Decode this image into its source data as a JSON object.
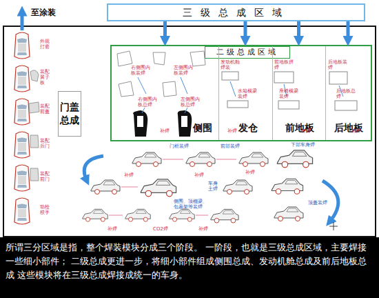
{
  "diagram": {
    "caption": "所谓三分区域是指，整个焊装模块分成三个阶段。 一阶段，也就是三级总成区域，主要焊接一些细小部件； 二级总成更进一步，将细小部件组成侧围总成、发动机舱总成及前后地板总成 这些模块将在三级总成焊接成统一的车身。",
    "nodes": [
      {
        "text": [
          "三级总成区域"
        ]
      },
      {
        "text": [
          "二级总成区域"
        ]
      },
      {
        "text": [
          "侧围"
        ],
        "in": 1
      },
      {
        "text": [
          "发仓"
        ],
        "in": 1
      },
      {
        "text": [
          "前地板"
        ],
        "in": 1
      },
      {
        "text": [
          "后地板"
        ],
        "in": 1
      },
      {
        "text": [
          "门盖总成"
        ]
      }
    ],
    "edges": [
      {
        "from": 0,
        "to": 2,
        "arrow": "to"
      },
      {
        "from": 0,
        "to": 3,
        "arrow": "to"
      },
      {
        "from": 0,
        "to": 4,
        "arrow": "to"
      },
      {
        "from": 0,
        "to": 5,
        "arrow": "to"
      }
    ],
    "labels": [
      "至涂装",
      "外观打磨",
      "装配翼子板",
      "装配前盖",
      "装配后门",
      "装配前门",
      "动栓校手",
      "右侧围内板装焊",
      "左侧围内板装焊",
      "右侧围内板总焊",
      "左侧围内板总焊",
      "发动机舱焊装",
      "水箱横梁装焊",
      "前地板拼焊",
      "座椅横梁装焊",
      "后地板装焊",
      "后地板总焊",
      "补焊",
      "补焊",
      "补焊",
      "补焊",
      "门框装焊",
      "前部装焊",
      "下部车身焊",
      "补焊",
      "补焊",
      "补焊",
      "车身主焊",
      "顶盖装焊",
      "侧围、顶棚梁、包裹架等装焊",
      "CO2焊",
      "补焊",
      "补焊"
    ]
  }
}
